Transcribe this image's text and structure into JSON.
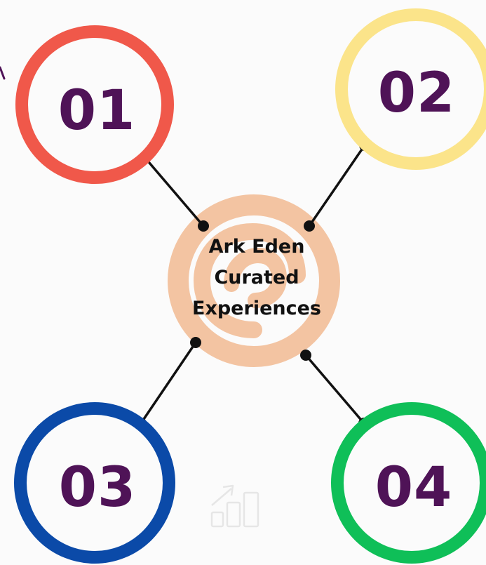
{
  "center": {
    "lines": [
      "Ark Eden",
      "Curated",
      "Experiences"
    ]
  },
  "nodes": [
    {
      "label": "01",
      "ring_color": "#f0584a"
    },
    {
      "label": "02",
      "ring_color": "#fbe48a"
    },
    {
      "label": "03",
      "ring_color": "#0b4aa8"
    },
    {
      "label": "04",
      "ring_color": "#0fbf58"
    }
  ],
  "colors": {
    "number_text": "#4f1357",
    "connector": "#111111",
    "swirl": "#f3c4a2",
    "background": "#fbfbfb"
  },
  "icons": {
    "watermark": "bar-chart-growth-icon",
    "stroke": "backslash-stroke-icon"
  }
}
